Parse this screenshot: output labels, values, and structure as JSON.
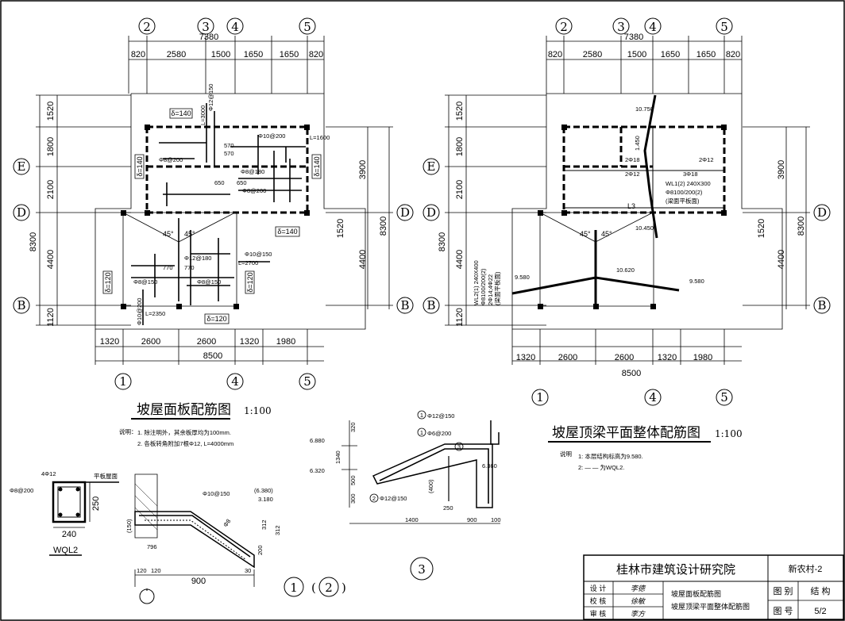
{
  "plan_left": {
    "title": "坡屋面板配筋图",
    "scale": "1:100",
    "top_total": "7380",
    "top_dims": [
      "820",
      "2580",
      "1500",
      "1650",
      "1650",
      "820"
    ],
    "top_axes": [
      "2",
      "3",
      "4",
      "5"
    ],
    "bottom_dims": [
      "1320",
      "2600",
      "2600",
      "1320",
      "1980"
    ],
    "bottom_total": "8500",
    "bottom_axes": [
      "1",
      "4",
      "5"
    ],
    "left_dims": [
      "1520",
      "1800",
      "2100",
      "4400",
      "1120"
    ],
    "left_total": "8300",
    "right_dims": [
      "3900",
      "1520",
      "4400"
    ],
    "right_total": "8300",
    "row_axes": [
      "E",
      "D",
      "B"
    ],
    "slab_labels": [
      "δ=140",
      "δ=140",
      "δ=140",
      "δ=140",
      "δ=120",
      "δ=120",
      "δ=120"
    ],
    "rebar_labels": [
      "Φ12@150",
      "Φ8@200",
      "Φ10@200",
      "Φ8@180",
      "Φ8@200",
      "Φ10@150",
      "Φ8@150",
      "Φ12@180",
      "Φ8@150",
      "Φ10@200",
      "L=1600",
      "L=2700",
      "L=3000",
      "L=2350",
      "650",
      "650",
      "570",
      "570",
      "770",
      "770"
    ],
    "angle_labels": [
      "45°",
      "45°"
    ],
    "notes_label": "说明：",
    "notes": [
      "1. 除注明外，其余板厚均为100mm.",
      "2. 各板转角附加7根Φ12, L=4000mm"
    ]
  },
  "plan_right": {
    "title": "坡屋顶梁平面整体配筋图",
    "scale": "1:100",
    "top_total": "7380",
    "top_dims": [
      "820",
      "2580",
      "1500",
      "1650",
      "1650",
      "820"
    ],
    "top_axes": [
      "2",
      "3",
      "4",
      "5"
    ],
    "bottom_dims": [
      "1320",
      "2600",
      "2600",
      "1320",
      "1980"
    ],
    "bottom_total": "8500",
    "bottom_axes": [
      "1",
      "4",
      "5"
    ],
    "left_dims": [
      "1520",
      "1800",
      "2100",
      "4400",
      "1120"
    ],
    "left_total": "8300",
    "right_dims": [
      "3900",
      "1520",
      "4400"
    ],
    "right_total": "8300",
    "row_axes": [
      "E",
      "D",
      "B"
    ],
    "elev_labels": [
      "10.750",
      "1.450",
      "10.450",
      "10.620",
      "9.580",
      "9.580"
    ],
    "beam_labels": [
      "2Φ18",
      "2Φ12",
      "2Φ12",
      "3Φ18",
      "L3"
    ],
    "beam_spec": [
      "WL1(2) 240X300",
      "Φ8100/200(2)",
      "(梁面平板面)"
    ],
    "beam_spec_left": [
      "WL2(1) 240X400",
      "Φ8100/200(2)",
      "2Φ14;4Φ22",
      "(梁面平板面)"
    ],
    "angle_labels": [
      "45°",
      "45°"
    ],
    "notes_label": "说明",
    "notes": [
      "1: 本层结构标高为9.580.",
      "2: — — 为WQL2."
    ]
  },
  "detail_wql2": {
    "name": "WQL2",
    "labels": [
      "4Φ12",
      "Φ8@200",
      "平板屋面",
      "250",
      "240"
    ]
  },
  "detail_1_2": {
    "labels": [
      "Φ10@150",
      "(6.380)",
      "3.180",
      "Φ8",
      "(150)",
      "312",
      "312",
      "200",
      "30",
      "120",
      "120",
      "900",
      "796"
    ],
    "num1": "1",
    "num2": "2"
  },
  "detail_3": {
    "num": "3",
    "labels": [
      "Φ12@150",
      "Φ6@200",
      "6.880",
      "6.320",
      "6.360",
      "Φ12@150",
      "(400)",
      "1400",
      "900",
      "100",
      "250",
      "320",
      "1340",
      "500",
      "300",
      "1",
      "1",
      "2",
      "3"
    ]
  },
  "title_block": {
    "institute": "桂林市建筑设计研究院",
    "project": "新农村-2",
    "roles": [
      "设 计",
      "校 核",
      "审 核"
    ],
    "signatures": [
      "李德",
      "徐敏",
      "李方"
    ],
    "drawing_titles": [
      "坡屋面板配筋图",
      "坡屋顶梁平面整体配筋图"
    ],
    "cat_label": "图 别",
    "cat_value": "结 构",
    "no_label": "图 号",
    "no_value": "5/2"
  }
}
